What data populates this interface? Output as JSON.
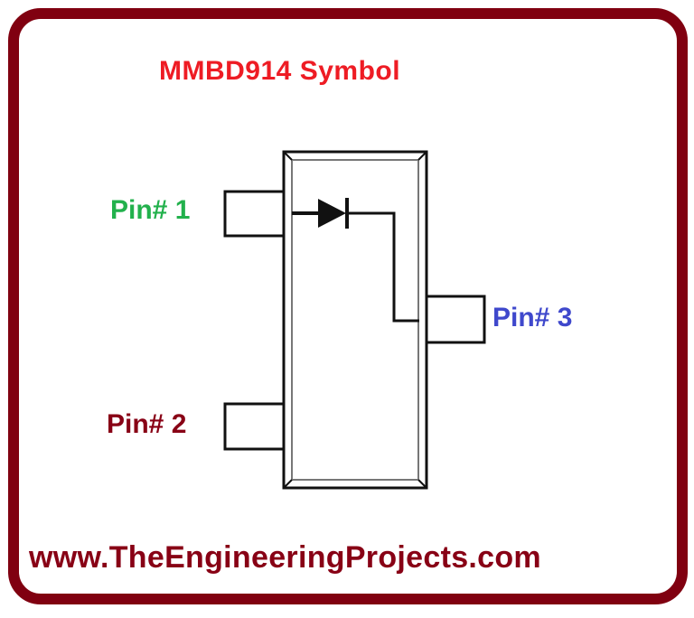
{
  "title": "MMBD914 Symbol",
  "pins": [
    {
      "label": "Pin# 1",
      "color": "#22b14c"
    },
    {
      "label": "Pin# 2",
      "color": "#880015"
    },
    {
      "label": "Pin# 3",
      "color": "#3f48cc"
    }
  ],
  "footer": "www.TheEngineeringProjects.com",
  "colors": {
    "border": "#800010",
    "title": "#ee1c24"
  }
}
